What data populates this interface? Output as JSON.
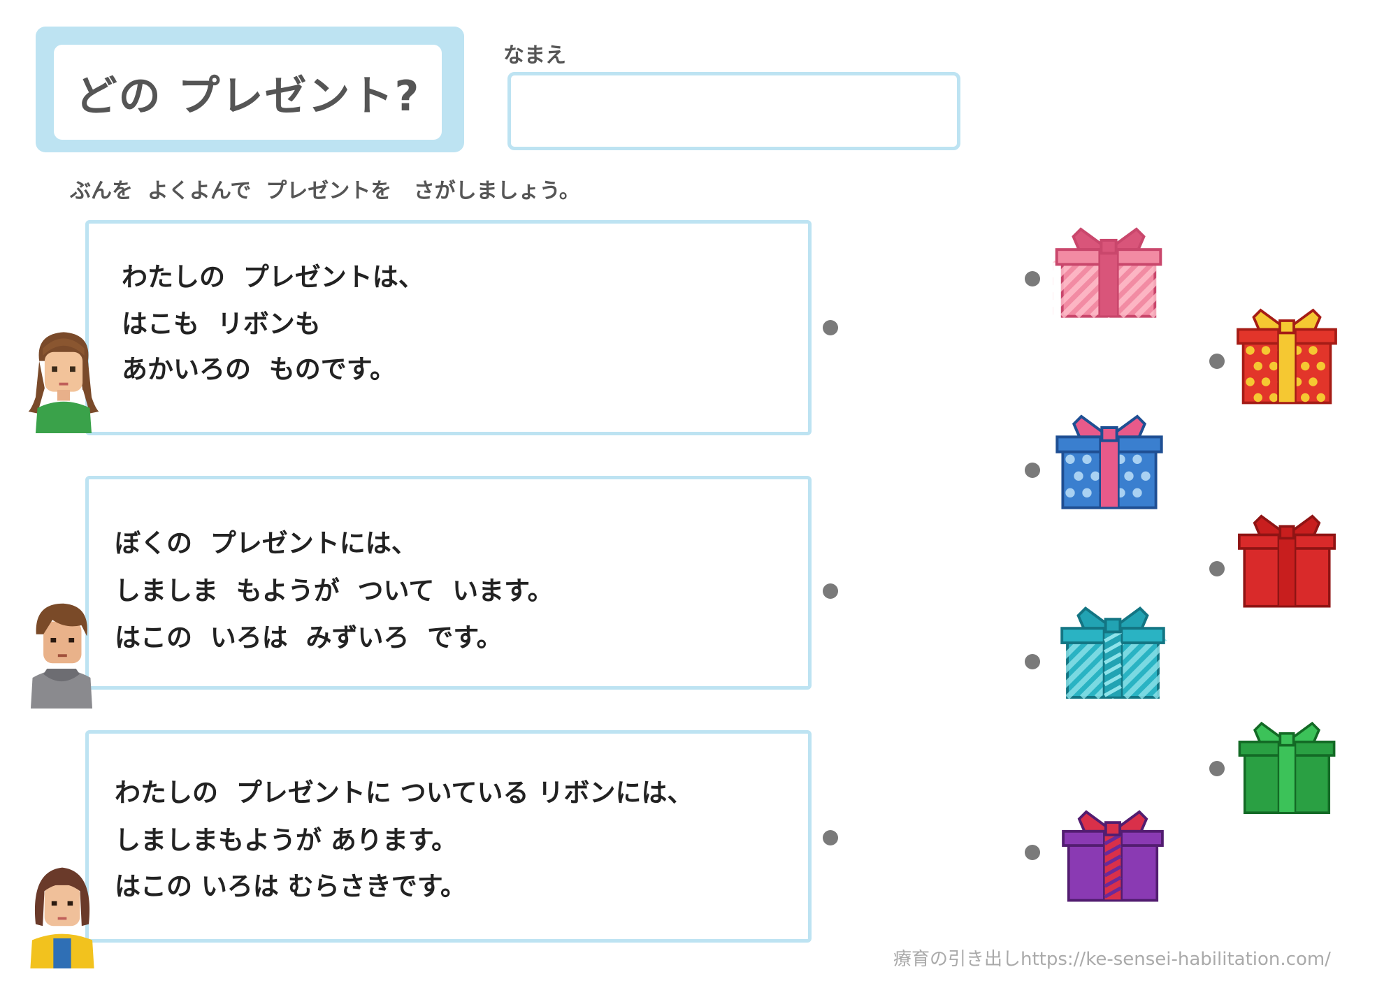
{
  "header": {
    "title": "どの プレゼント?",
    "name_label": "なまえ",
    "name_value": ""
  },
  "instruction": "ぶんを  よくよんで  プレゼントを   さがしましょう。",
  "questions": [
    {
      "lines": [
        "わたしの  プレゼントは、",
        "はこも  リボンも",
        "あかいろの  ものです。"
      ],
      "speaker": "girl-braids"
    },
    {
      "lines": [
        "ぼくの  プレゼントには、",
        "しましま  もようが  ついて  います。",
        "はこの  いろは  みずいろ  です。"
      ],
      "speaker": "boy-hoodie"
    },
    {
      "lines": [
        "わたしの  プレゼントに ついている リボンには、",
        "しましまもようが あります。",
        "はこの いろは むらさきです。"
      ],
      "speaker": "girl-yellow-jacket"
    }
  ],
  "gifts": [
    {
      "icon": "gift-pink-striped-icon",
      "box": "#f28ba3",
      "dark": "#c9476c",
      "ribbon": "#d9557a",
      "pattern": "stripes",
      "accent": "#ffc0cc"
    },
    {
      "icon": "gift-red-yellow-dots-icon",
      "box": "#e2352a",
      "dark": "#a51c16",
      "ribbon": "#f5c832",
      "pattern": "dots",
      "accent": "#f5c832"
    },
    {
      "icon": "gift-blue-dots-pink-ribbon-icon",
      "box": "#3a7fcf",
      "dark": "#1f4f93",
      "ribbon": "#e85a8a",
      "pattern": "dots",
      "accent": "#a9d1f2"
    },
    {
      "icon": "gift-red-icon",
      "box": "#d92a2a",
      "dark": "#8f1414",
      "ribbon": "#c81e1e",
      "pattern": "none",
      "accent": "#e84444"
    },
    {
      "icon": "gift-teal-striped-icon",
      "box": "#2ab3c3",
      "dark": "#137583",
      "ribbon": "#22a3b3",
      "pattern": "stripes",
      "accent": "#8fe3ea"
    },
    {
      "icon": "gift-green-icon",
      "box": "#2aa043",
      "dark": "#136a25",
      "ribbon": "#3cc259",
      "pattern": "none",
      "accent": "#5fd47a"
    },
    {
      "icon": "gift-purple-striped-ribbon-icon",
      "box": "#8a3ab3",
      "dark": "#521d70",
      "ribbon": "#d9304a",
      "pattern": "ribbonstripes",
      "accent": "#8a3ab3"
    }
  ],
  "colors": {
    "frame": "#bde3f2",
    "dot": "#7a7a7a",
    "text": "#222222"
  },
  "footer": "療育の引き出しhttps://ke-sensei-habilitation.com/"
}
